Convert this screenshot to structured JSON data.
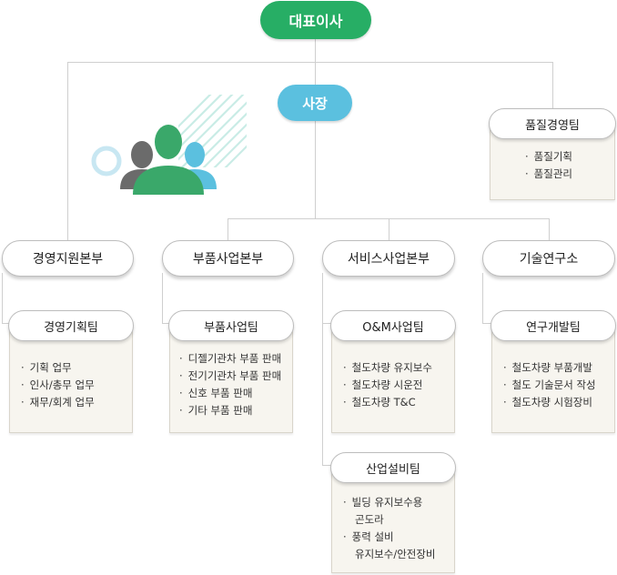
{
  "ceo": "대표이사",
  "president": "사장",
  "quality_team": {
    "title": "품질경영팀",
    "items": [
      "품질기획",
      "품질관리"
    ]
  },
  "divisions": [
    {
      "name": "경영지원본부"
    },
    {
      "name": "부품사업본부"
    },
    {
      "name": "서비스사업본부"
    },
    {
      "name": "기술연구소"
    }
  ],
  "teams": {
    "mgmt_planning": {
      "title": "경영기획팀",
      "items": [
        "기획 업무",
        "인사/총무 업무",
        "재무/회계 업무"
      ]
    },
    "parts_business": {
      "title": "부품사업팀",
      "items": [
        "디젤기관차 부품 판매",
        "전기기관차 부품 판매",
        "신호 부품 판매",
        "기타 부품 판매"
      ]
    },
    "om_business": {
      "title": "O&M사업팀",
      "items": [
        "철도차량 유지보수",
        "철도차량 시운전",
        "철도차량 T&C"
      ]
    },
    "industrial_equipment": {
      "title": "산업설비팀",
      "items": [
        "빌딩 유지보수용",
        "곤도라",
        "풍력 설비",
        "유지보수/안전장비"
      ]
    },
    "rnd": {
      "title": "연구개발팀",
      "items": [
        "철도차량 부품개발",
        "철도 기술문서 작성",
        "철도차량 시험장비"
      ]
    }
  },
  "colors": {
    "ceo": "#27ae65",
    "president": "#5bc0df",
    "panel": "#f7f5ef"
  }
}
